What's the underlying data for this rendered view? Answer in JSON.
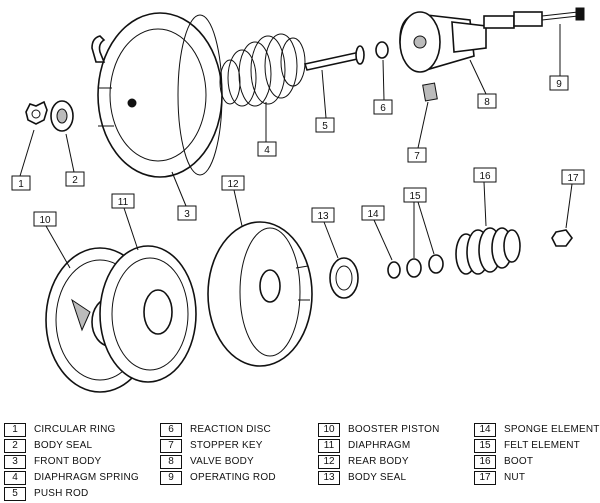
{
  "callouts": [
    "1",
    "2",
    "3",
    "4",
    "5",
    "6",
    "7",
    "8",
    "9",
    "10",
    "11",
    "12",
    "13",
    "14",
    "15",
    "16",
    "17"
  ],
  "legend": [
    {
      "num": "1",
      "label": "CIRCULAR RING"
    },
    {
      "num": "2",
      "label": "BODY SEAL"
    },
    {
      "num": "3",
      "label": "FRONT BODY"
    },
    {
      "num": "4",
      "label": "DIAPHRAGM SPRING"
    },
    {
      "num": "5",
      "label": "PUSH ROD"
    },
    {
      "num": "6",
      "label": "REACTION DISC"
    },
    {
      "num": "7",
      "label": "STOPPER KEY"
    },
    {
      "num": "8",
      "label": "VALVE BODY"
    },
    {
      "num": "9",
      "label": "OPERATING ROD"
    },
    {
      "num": "10",
      "label": "BOOSTER PISTON"
    },
    {
      "num": "11",
      "label": "DIAPHRAGM"
    },
    {
      "num": "12",
      "label": "REAR BODY"
    },
    {
      "num": "13",
      "label": "BODY SEAL"
    },
    {
      "num": "14",
      "label": "SPONGE ELEMENT"
    },
    {
      "num": "15",
      "label": "FELT ELEMENT"
    },
    {
      "num": "16",
      "label": "BOOT"
    },
    {
      "num": "17",
      "label": "NUT"
    }
  ]
}
